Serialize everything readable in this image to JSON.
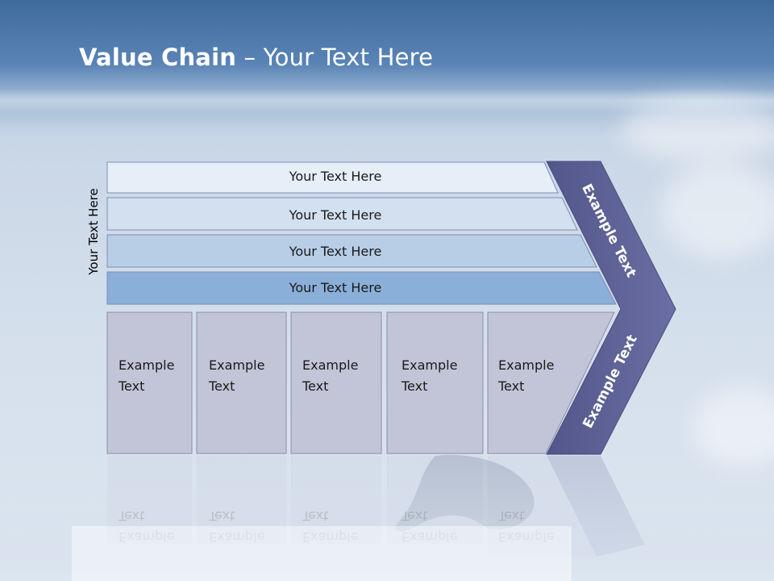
{
  "slide": {
    "title_bold": "Value Chain",
    "title_rest": " – Your Text Here",
    "side_label": "Your Text Here"
  },
  "bars": [
    {
      "label": "Your Text Here",
      "fill": "#e6eef8"
    },
    {
      "label": "Your Text Here",
      "fill": "#d3e0f0"
    },
    {
      "label": "Your Text Here",
      "fill": "#b8cde6"
    },
    {
      "label": "Your Text Here",
      "fill": "#8aafd8"
    }
  ],
  "boxes": [
    {
      "line1": "Example",
      "line2": "Text"
    },
    {
      "line1": "Example",
      "line2": "Text"
    },
    {
      "line1": "Example",
      "line2": "Text"
    },
    {
      "line1": "Example",
      "line2": "Text"
    },
    {
      "line1": "Example",
      "line2": "Text"
    }
  ],
  "chevron": {
    "upper_label": "Example Text",
    "lower_label": "Example Text",
    "fill": "#5e6296"
  },
  "colors": {
    "box_fill": "#c2c4d8",
    "outline": "#7f8db0"
  }
}
